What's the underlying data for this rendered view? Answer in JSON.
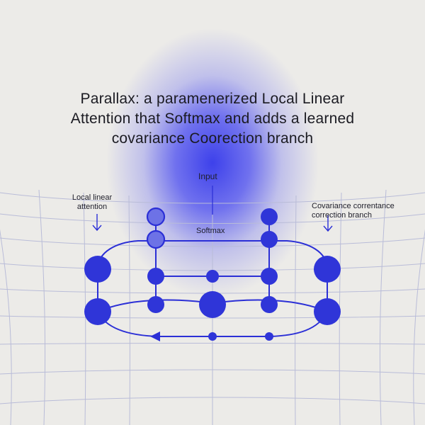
{
  "title_lines": [
    "Parallax: a paramenerized Local Linear",
    "Attention  that  Softmax and adds a learned",
    "covariance Coorection branch"
  ],
  "labels": {
    "input": "Input",
    "softmax": "Softmax",
    "left_line1": "Local linear",
    "left_line2": "attention",
    "right_line1": "Covariance correntance",
    "right_line2": "correction branch"
  },
  "colors": {
    "accent": "#2b2fd6",
    "node_fill": "#2f35d8",
    "node_light": "#6d72e6",
    "grid": "#b9bcd8",
    "text": "#1b1b22"
  },
  "icons": {
    "left_arrow": "arrow-down-icon",
    "right_arrow": "arrow-down-icon",
    "loop_arrow": "arrow-left-icon"
  }
}
